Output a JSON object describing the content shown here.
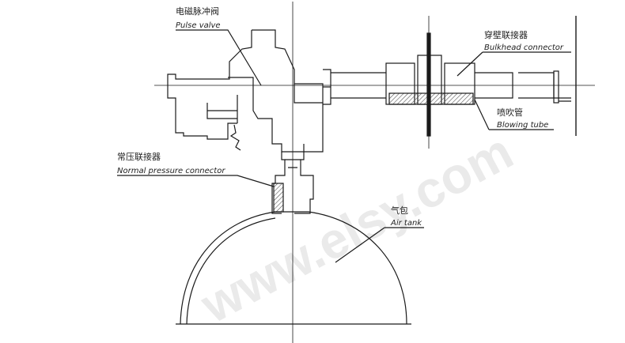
{
  "labels": {
    "pulse_valve_cn": "电磁脉冲阀",
    "pulse_valve_en": "Pulse valve",
    "bulkhead_cn": "穿壁联接器",
    "bulkhead_en": "Bulkhead connector",
    "blowing_cn": "喷吹管",
    "blowing_en": "Blowing tube",
    "normal_cn": "常压联接器",
    "normal_en": "Normal pressure connector",
    "tank_cn": "气包",
    "tank_en": "Air tank"
  },
  "watermark": "www.elsy.com",
  "colors": {
    "line": "#1a1a1a",
    "hatch": "#555555",
    "watermark": "#d9d9d9"
  }
}
